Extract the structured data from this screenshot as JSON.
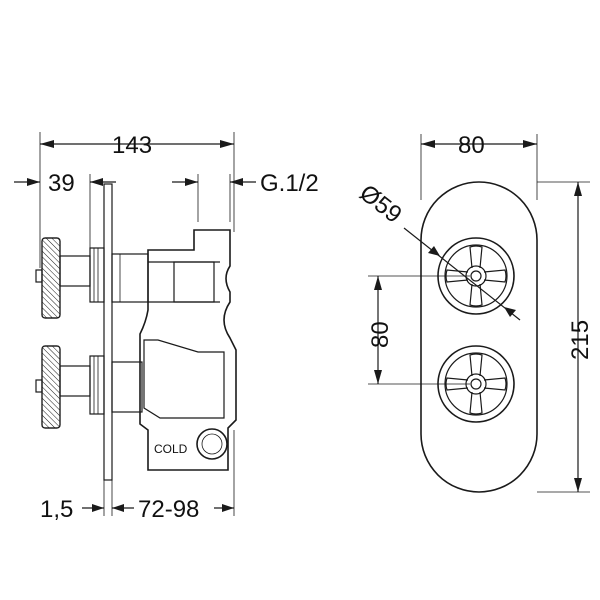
{
  "dimensions": {
    "side_total": "143",
    "side_front": "39",
    "thread": "G.1/2",
    "plate_thickness": "1,5",
    "body_depth": "72-98",
    "front_width": "80",
    "handle_diameter": "Ø59",
    "handle_spacing": "80",
    "front_height": "215"
  },
  "labels": {
    "outlet": "COLD"
  },
  "colors": {
    "line": "#1a1a1a",
    "background": "#ffffff"
  }
}
